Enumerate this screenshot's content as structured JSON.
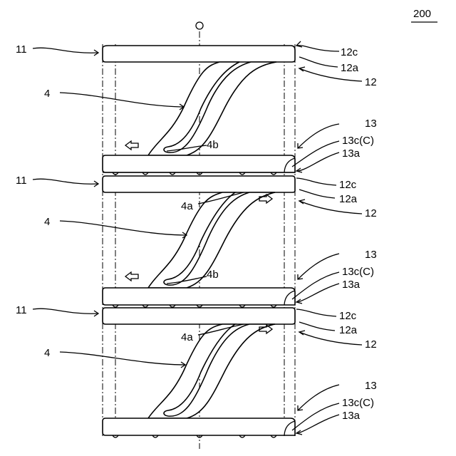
{
  "figure_number": "200",
  "top_marker": "O",
  "labels": {
    "l11": "11",
    "l4": "4",
    "l4a": "4a",
    "l4b": "4b",
    "l12": "12",
    "l12a": "12a",
    "l12c": "12c",
    "l13": "13",
    "l13a": "13a",
    "l13c": "13c(C)"
  },
  "arrows": [
    "left",
    "right",
    "left",
    "right"
  ]
}
